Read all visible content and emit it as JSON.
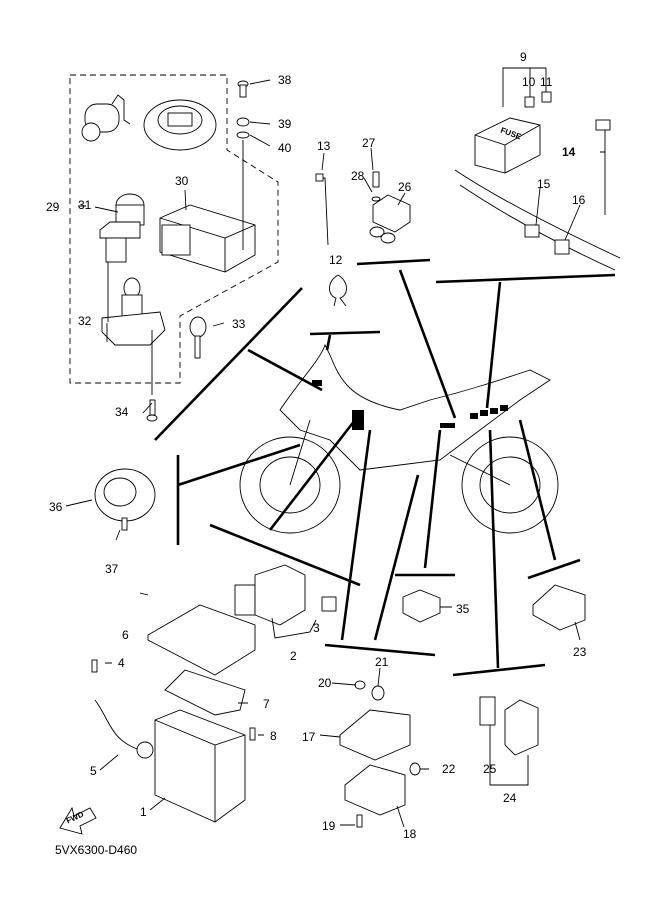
{
  "diagram": {
    "title_code": "5VX6300-D460",
    "fwd_label": "FWD",
    "parts": [
      {
        "no": "1"
      },
      {
        "no": "2"
      },
      {
        "no": "3"
      },
      {
        "no": "4"
      },
      {
        "no": "5"
      },
      {
        "no": "6"
      },
      {
        "no": "7"
      },
      {
        "no": "8"
      },
      {
        "no": "9"
      },
      {
        "no": "10"
      },
      {
        "no": "11"
      },
      {
        "no": "12"
      },
      {
        "no": "13"
      },
      {
        "no": "14"
      },
      {
        "no": "15"
      },
      {
        "no": "16"
      },
      {
        "no": "17"
      },
      {
        "no": "18"
      },
      {
        "no": "19"
      },
      {
        "no": "20"
      },
      {
        "no": "21"
      },
      {
        "no": "22"
      },
      {
        "no": "23"
      },
      {
        "no": "24"
      },
      {
        "no": "25"
      },
      {
        "no": "26"
      },
      {
        "no": "27"
      },
      {
        "no": "28"
      },
      {
        "no": "29"
      },
      {
        "no": "30"
      },
      {
        "no": "31"
      },
      {
        "no": "32"
      },
      {
        "no": "33"
      },
      {
        "no": "34"
      },
      {
        "no": "35"
      },
      {
        "no": "36"
      },
      {
        "no": "37"
      },
      {
        "no": "38"
      },
      {
        "no": "39"
      },
      {
        "no": "40"
      }
    ],
    "fuse_box_text": "FUSE"
  }
}
